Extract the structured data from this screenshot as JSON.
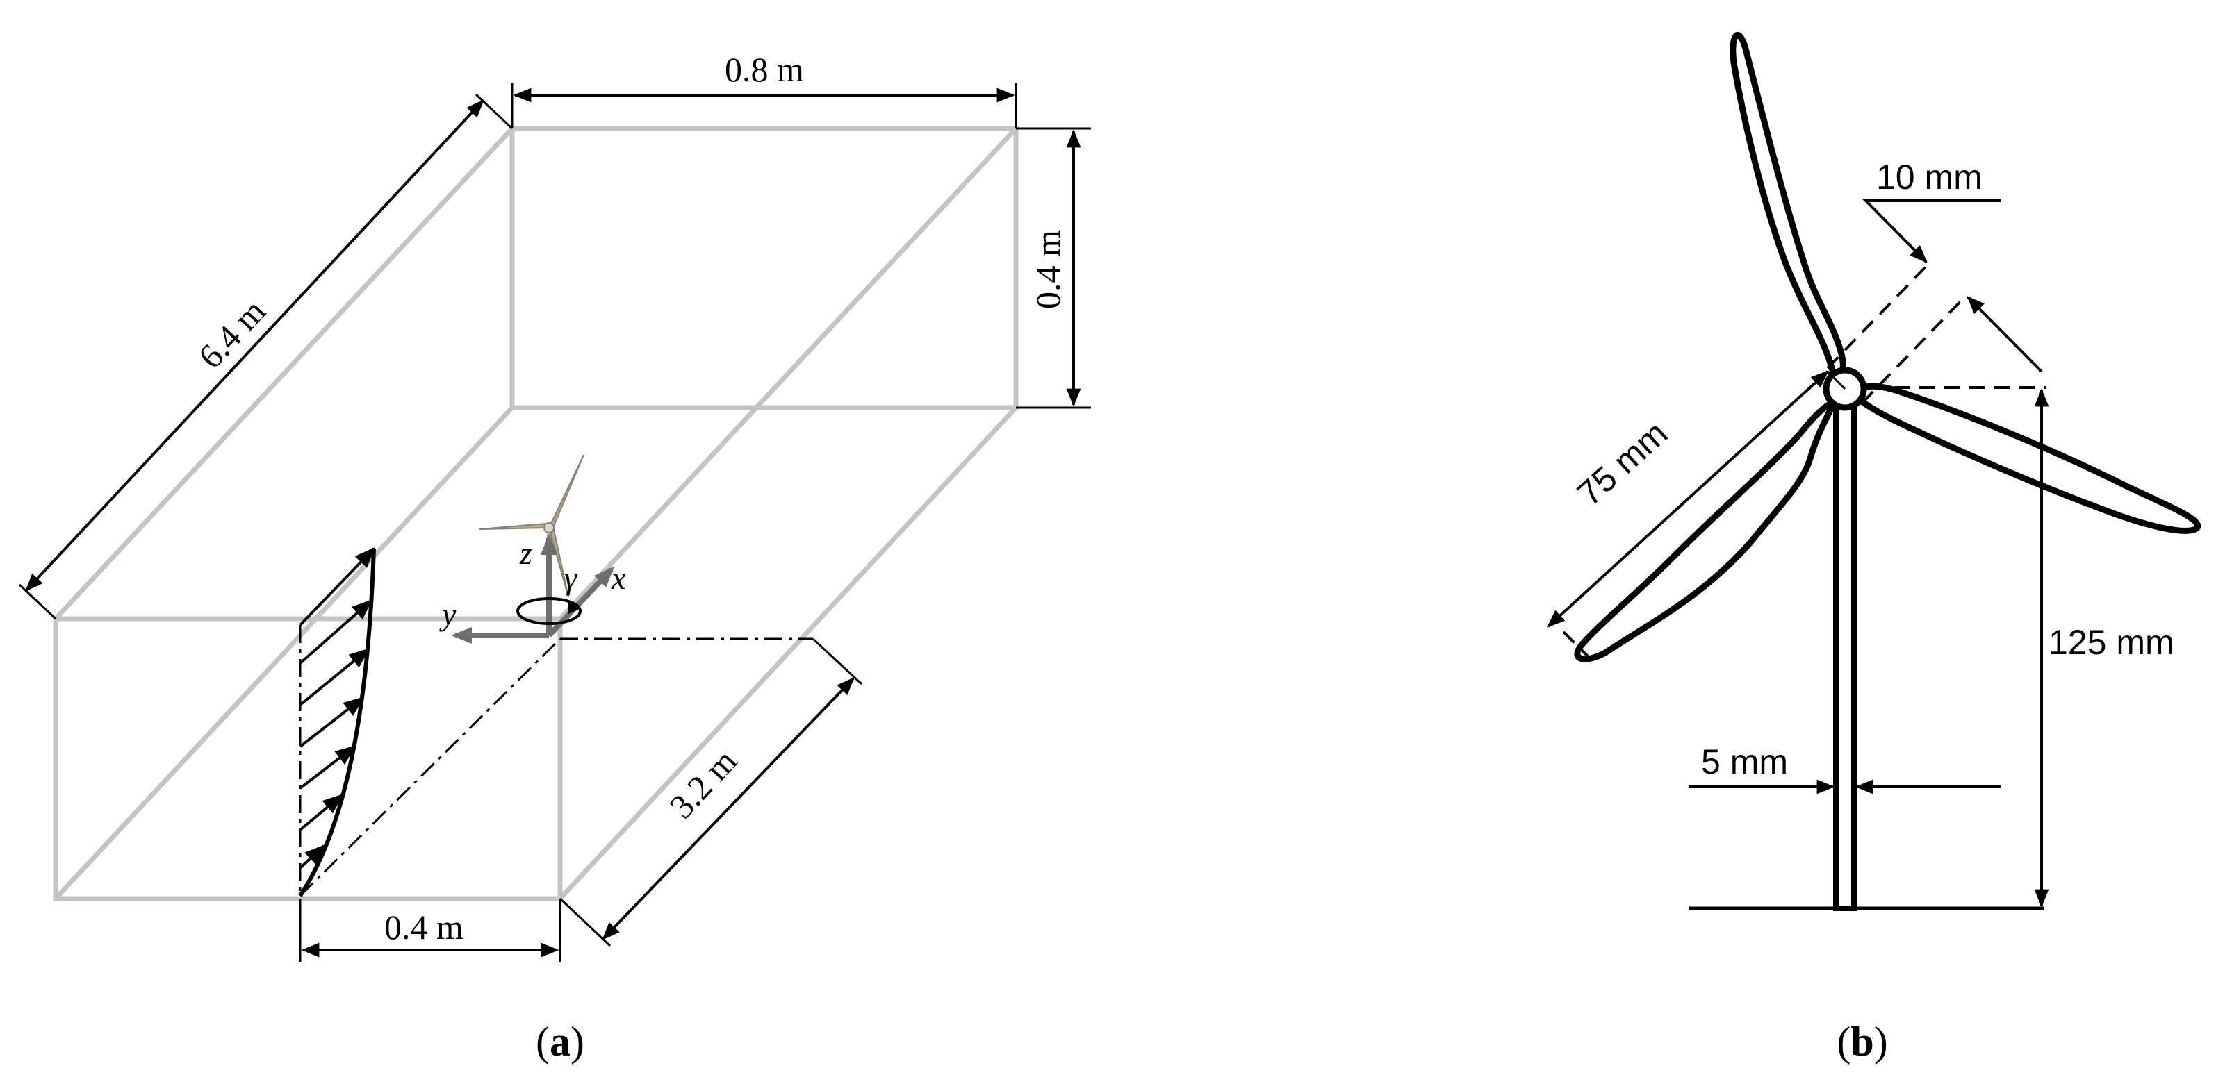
{
  "panel_a": {
    "caption_open": "(",
    "caption_letter": "a",
    "caption_close": ")",
    "dims": {
      "length": "6.4 m",
      "width": "0.8 m",
      "height": "0.4 m",
      "inlet_offset": "0.4 m",
      "turbine_offset": "3.2 m"
    },
    "axes": {
      "x": "x",
      "y": "y",
      "z": "z",
      "yaw": "γ"
    }
  },
  "panel_b": {
    "caption_open": "(",
    "caption_letter": "b",
    "caption_close": ")",
    "dims": {
      "hub_diameter": "10 mm",
      "blade_length": "75 mm",
      "hub_height": "125 mm",
      "tower_diameter": "5 mm"
    }
  },
  "colors": {
    "tunnel_edges": "#c4c4c4",
    "axis_arrows": "#6e6e6e",
    "ink": "#000000"
  }
}
